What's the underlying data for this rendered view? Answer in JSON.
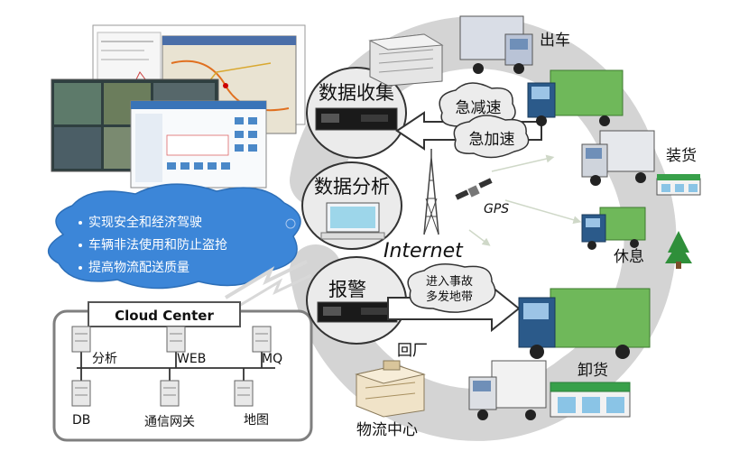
{
  "stages": {
    "depart": "出车",
    "load": "装货",
    "rest": "休息",
    "unload": "卸货",
    "return": "回厂",
    "logistics_center": "物流中心"
  },
  "functions": {
    "collect": "数据收集",
    "analyze": "数据分析",
    "alarm": "报警"
  },
  "events": {
    "decel": "急减速",
    "accel": "急加速",
    "accident_zone_line1": "进入事故",
    "accident_zone_line2": "多发地带"
  },
  "network": {
    "internet": "Internet",
    "gps": "GPS"
  },
  "benefits": [
    "实现安全和经济驾驶",
    "车辆非法使用和防止盗抢",
    "提高物流配送质量"
  ],
  "cloud": {
    "title": "Cloud Center",
    "servers": {
      "analysis": "分析",
      "web": "WEB",
      "mq": "MQ",
      "db": "DB",
      "gateway": "通信网关",
      "map": "地图"
    }
  },
  "colors": {
    "truck_green": "#6fb85a",
    "truck_blue": "#2b5a8a",
    "cloud_blue": "#3c86d8",
    "ring_gray": "#d4d4d4"
  }
}
